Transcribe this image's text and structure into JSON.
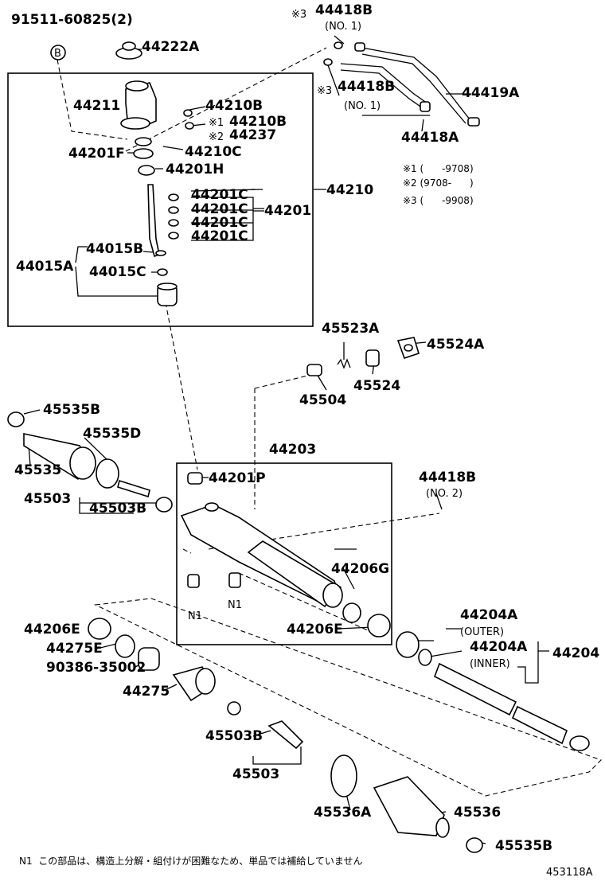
{
  "labels": {
    "l_91511": "91511-60825(2)",
    "l_B": "B",
    "l_44222A": "44222A",
    "l_44418B_top": "44418B",
    "l_no1_top": "(NO. 1)",
    "l_44418B_mid": "44418B",
    "l_no1_mid": "(NO. 1)",
    "l_44419A": "44419A",
    "l_44418A": "44418A",
    "l_44211": "44211",
    "l_44210B_a": "44210B",
    "l_44210B_b": "44210B",
    "l_44237": "44237",
    "l_44201F": "44201F",
    "l_44210C": "44210C",
    "l_44201H": "44201H",
    "l_44210": "44210",
    "l_44201C_1": "44201C",
    "l_44201C_2": "44201C",
    "l_44201C_3": "44201C",
    "l_44201C_4": "44201C",
    "l_44201": "44201",
    "l_44015B": "44015B",
    "l_44015A": "44015A",
    "l_44015C": "44015C",
    "l_45523A": "45523A",
    "l_45524A": "45524A",
    "l_45524": "45524",
    "l_45504": "45504",
    "l_45535B_top": "45535B",
    "l_45535D": "45535D",
    "l_45535": "45535",
    "l_45503_top": "45503",
    "l_45503B_top": "45503B",
    "l_44203": "44203",
    "l_44201P": "44201P",
    "l_44418B_no2": "44418B",
    "l_no2": "(NO. 2)",
    "l_44206G": "44206G",
    "l_N1_a": "N1",
    "l_N1_b": "N1",
    "l_44206E_right": "44206E",
    "l_44204A_outer": "44204A",
    "l_outer": "(OUTER)",
    "l_44204A_inner": "44204A",
    "l_inner": "(INNER)",
    "l_44204": "44204",
    "l_44206E_left": "44206E",
    "l_44275E": "44275E",
    "l_90386": "90386-35002",
    "l_44275": "44275",
    "l_45503B_bot": "45503B",
    "l_45503_bot": "45503",
    "l_45536A": "45536A",
    "l_45536": "45536",
    "l_45535B_bot": "45535B"
  },
  "marks": {
    "m3_top": "※3",
    "m3_mid": "※3",
    "m1": "※1",
    "m2": "※2"
  },
  "notes": {
    "n1": "※1 (      -9708)",
    "n2": "※2 (9708-      )",
    "n3": "※3 (      -9908)"
  },
  "footnote": "N1  この部品は、構造上分解・組付けが困難なため、単品では補給していません",
  "figure_number": "453118A"
}
